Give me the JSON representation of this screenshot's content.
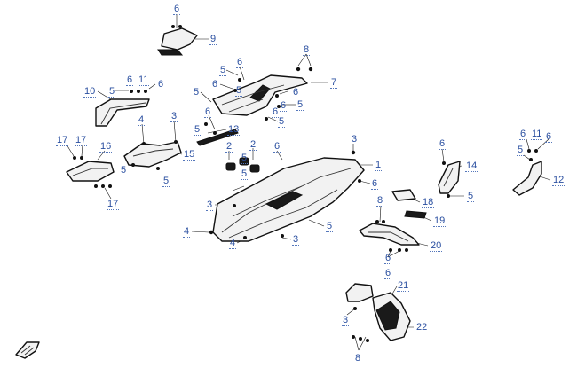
{
  "callouts": [
    {
      "id": "c6a",
      "text": "6"
    },
    {
      "id": "c9",
      "text": "9"
    },
    {
      "id": "c8a",
      "text": "8"
    },
    {
      "id": "c5a",
      "text": "5"
    },
    {
      "id": "c6b",
      "text": "6"
    },
    {
      "id": "c6c",
      "text": "6"
    },
    {
      "id": "c5b",
      "text": "5"
    },
    {
      "id": "c6d",
      "text": "6"
    },
    {
      "id": "c7",
      "text": "7"
    },
    {
      "id": "c6e",
      "text": "6"
    },
    {
      "id": "c5c",
      "text": "5"
    },
    {
      "id": "c6f",
      "text": "6"
    },
    {
      "id": "c5d",
      "text": "5"
    },
    {
      "id": "c6g",
      "text": "6"
    },
    {
      "id": "c11a",
      "text": "11"
    },
    {
      "id": "c6h",
      "text": "6"
    },
    {
      "id": "c10",
      "text": "10"
    },
    {
      "id": "c5e",
      "text": "5"
    },
    {
      "id": "c5f",
      "text": "5"
    },
    {
      "id": "c6i",
      "text": "6"
    },
    {
      "id": "c5g",
      "text": "5"
    },
    {
      "id": "c13",
      "text": "13"
    },
    {
      "id": "c4a",
      "text": "4"
    },
    {
      "id": "c3a",
      "text": "3"
    },
    {
      "id": "c15",
      "text": "15"
    },
    {
      "id": "c5h",
      "text": "5"
    },
    {
      "id": "c5i",
      "text": "5"
    },
    {
      "id": "c17a",
      "text": "17"
    },
    {
      "id": "c17b",
      "text": "17"
    },
    {
      "id": "c16",
      "text": "16"
    },
    {
      "id": "c17c",
      "text": "17"
    },
    {
      "id": "c2a",
      "text": "2"
    },
    {
      "id": "c2b",
      "text": "2"
    },
    {
      "id": "c6j",
      "text": "6"
    },
    {
      "id": "c5j",
      "text": "5"
    },
    {
      "id": "c5k",
      "text": "5"
    },
    {
      "id": "c3b",
      "text": "3"
    },
    {
      "id": "c1",
      "text": "1"
    },
    {
      "id": "c6k",
      "text": "6"
    },
    {
      "id": "c3c",
      "text": "3"
    },
    {
      "id": "c4b",
      "text": "4"
    },
    {
      "id": "c4c",
      "text": "4"
    },
    {
      "id": "c3d",
      "text": "3"
    },
    {
      "id": "c5l",
      "text": "5"
    },
    {
      "id": "c6l",
      "text": "6"
    },
    {
      "id": "c14",
      "text": "14"
    },
    {
      "id": "c5m",
      "text": "5"
    },
    {
      "id": "c18",
      "text": "18"
    },
    {
      "id": "c19",
      "text": "19"
    },
    {
      "id": "c8b",
      "text": "8"
    },
    {
      "id": "c20",
      "text": "20"
    },
    {
      "id": "c6m",
      "text": "6"
    },
    {
      "id": "c6n",
      "text": "6"
    },
    {
      "id": "c6o",
      "text": "6"
    },
    {
      "id": "c11b",
      "text": "11"
    },
    {
      "id": "c6p",
      "text": "6"
    },
    {
      "id": "c5n",
      "text": "5"
    },
    {
      "id": "c12",
      "text": "12"
    },
    {
      "id": "c21",
      "text": "21"
    },
    {
      "id": "c3e",
      "text": "3"
    },
    {
      "id": "c22",
      "text": "22"
    },
    {
      "id": "c8c",
      "text": "8"
    }
  ]
}
